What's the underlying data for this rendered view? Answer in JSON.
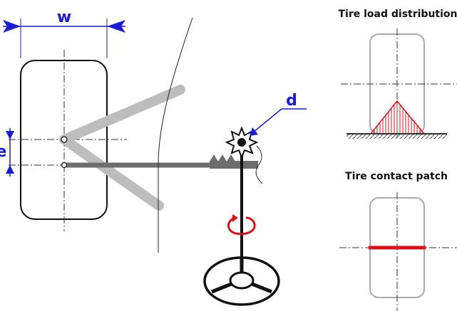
{
  "labels": {
    "width": "w",
    "offset": "e",
    "disturbance": "d"
  },
  "panels": {
    "load_distribution_title": "Tire load distribution",
    "contact_patch_title": "Tire contact patch"
  },
  "colors": {
    "dimension": "#1a1adb",
    "highlight": "#e0101a",
    "tire_outline": "#aaaaaa",
    "arm": "#bdbdbd",
    "rack": "#6e6e6e",
    "ink": "#111111"
  }
}
